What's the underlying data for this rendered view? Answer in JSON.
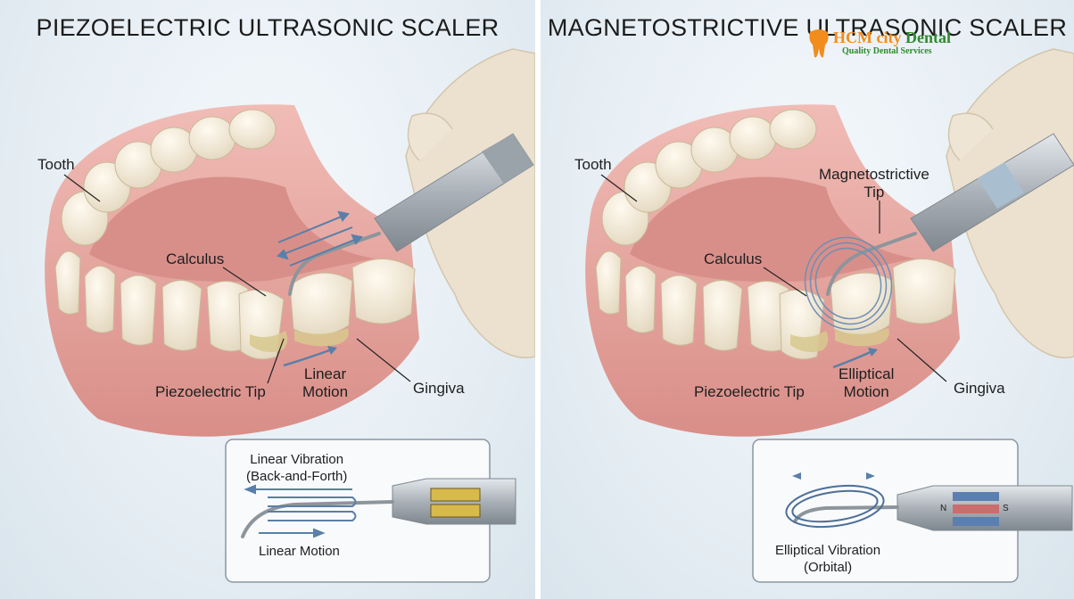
{
  "colors": {
    "gum": "#e7a9a4",
    "tooth": "#f2ead8",
    "calculus": "#d8c98e",
    "steel": "#b8bec4",
    "glove": "#ece1cf",
    "arrow": "#5a7fa8",
    "logo_orange": "#f28c1c",
    "logo_green": "#2f8a2f"
  },
  "left": {
    "title": "PIEZOELECTRIC ULTRASONIC SCALER",
    "labels": {
      "tooth": "Tooth",
      "calculus": "Calculus",
      "tip": "Piezoelectric Tip",
      "motion_line1": "Linear",
      "motion_line2": "Motion",
      "gingiva": "Gingiva"
    },
    "inset": {
      "vibration_line1": "Linear Vibration",
      "vibration_line2": "(Back-and-Forth)",
      "motion": "Linear Motion"
    }
  },
  "right": {
    "title": "MAGNETOSTRICTIVE ULTRASONIC SCALER",
    "labels": {
      "tooth": "Tooth",
      "mag_tip_line1": "Magnetostrictive",
      "mag_tip_line2": "Tip",
      "calculus": "Calculus",
      "tip": "Piezoelectric Tip",
      "motion_line1": "Elliptical",
      "motion_line2": "Motion",
      "gingiva": "Gingiva"
    },
    "inset": {
      "vibration_line1": "Elliptical Vibration",
      "vibration_line2": "(Orbital)",
      "pole_n": "N",
      "pole_s": "S"
    }
  },
  "logo": {
    "name_part1": "HCM city",
    "name_part2": "Dental",
    "tagline": "Quality Dental Services",
    "icon": "tooth-logo-icon"
  }
}
